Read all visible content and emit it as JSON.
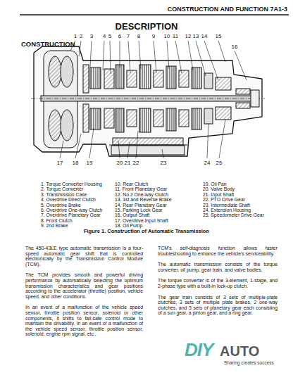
{
  "diagram": {
    "title": "DESCRIPTION",
    "caption": "Figure 1. Construction of Automatic Transmission",
    "labels": [
      "CONSTRUCTION AND FUNCTION 7A1-3",
      "CONSTRUCTION",
      "1",
      "2",
      "3",
      "4",
      "5",
      "6",
      "7",
      "8",
      "9",
      "10",
      "11",
      "12",
      "13",
      "14",
      "15",
      "16",
      "17",
      "18",
      "19",
      "20",
      "21",
      "22",
      "23",
      "24",
      "25",
      "1. Torque Converter Housing",
      "2. Torque Converter",
      "3. Transmission Case",
      "4. Overdrive Direct Clutch",
      "5. Overdrive Brake",
      "6. Overdrive One-way Clutch",
      "7. Overdrive Planetary Gear",
      "8. Front Clutch",
      "9. 2nd Brake",
      "10. Rear Clutch",
      "11. Front Planetary Gear",
      "12. No.2 One-way Clutch",
      "13. 1st and Reverse Brake",
      "14. Rear Planetary Gear",
      "15. Parking Lock Gear",
      "16. Output Shaft",
      "17. Overdrive Input Shaft",
      "18. Oil Pump",
      "19. Oil Pan",
      "20. Valve Body",
      "21. Input Shaft",
      "22. PTO Drive Gear",
      "23. Intermediate Shaft",
      "24. Extension Housing",
      "25. Speedometer Drive Gear",
      "The 450-43LE type automatic transmission is a four-speed automatic gear shift that is controlled electronically by the Transmission Control Module (TCM).",
      "The TCM provides smooth and powerful driving performance by automatically selecting the optimum transmission characteristics and gear positions according to the accelerator (throttle) position, vehicle speed, and other conditions.",
      "In an event of a malfunction of the vehicle speed sensor, throttle position sensor, solenoid or other components, it shifts to fail-safe control mode to maintain the drivability. In an event of a malfunction of the vehicle speed sensor, throttle position sensor, solenoid, engine rpm signal, etc.,",
      "TCM's self-diagnosis function allows faster troubleshooting to enhance the vehicle's serviceability.",
      "The automatic transmission consists of the torque converter, oil pump, gear train, and valve bodies.",
      "The torque converter is of the 3-element, 1-stage, and 2-phase type with a built-in lock-up clutch.",
      "The gear train consists of 3 sets of multiple-plate clutches, 3 sets of multiple plate brakes, 2 one-way clutches, and 3 sets of planetary gear each consisting of a sun gear, a pinion gear, and a ring gear.",
      "DIY",
      "AUTO",
      "Sharing creates success"
    ]
  }
}
